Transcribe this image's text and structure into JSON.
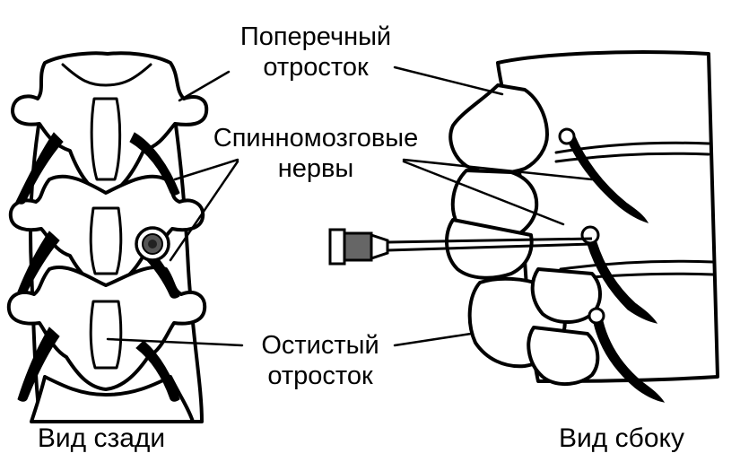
{
  "labels": {
    "transverse_process_line1": "Поперечный",
    "transverse_process_line2": "отросток",
    "spinal_nerves_line1": "Спинномозговые",
    "spinal_nerves_line2": "нервы",
    "spinous_process_line1": "Остистый",
    "spinous_process_line2": "отросток"
  },
  "captions": {
    "back_view": "Вид сзади",
    "side_view": "Вид сбоку"
  }
}
